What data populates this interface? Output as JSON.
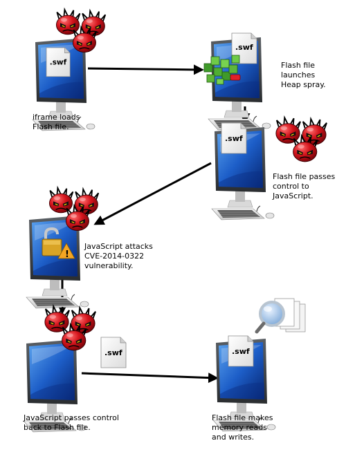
{
  "file_label": ".swf",
  "steps": [
    {
      "caption": "iframe loads\nFlash file."
    },
    {
      "caption": "Flash file\nlaunches\nHeap spray."
    },
    {
      "caption": "Flash file passes\ncontrol to\nJavaScript."
    },
    {
      "caption": "JavaScript attacks\nCVE-2014-0322\nvulnerability."
    },
    {
      "caption": "JavaScript passes control\nback to Flash file."
    },
    {
      "caption": "Flash file makes\nmemory reads\nand writes."
    }
  ],
  "colors": {
    "screen_top": "#4a8ee0",
    "screen_bottom": "#0a2f86",
    "frame": "#3f4347",
    "bug": "#c8141c",
    "arrow": "#000000",
    "heap_green": "#5fb53a"
  }
}
